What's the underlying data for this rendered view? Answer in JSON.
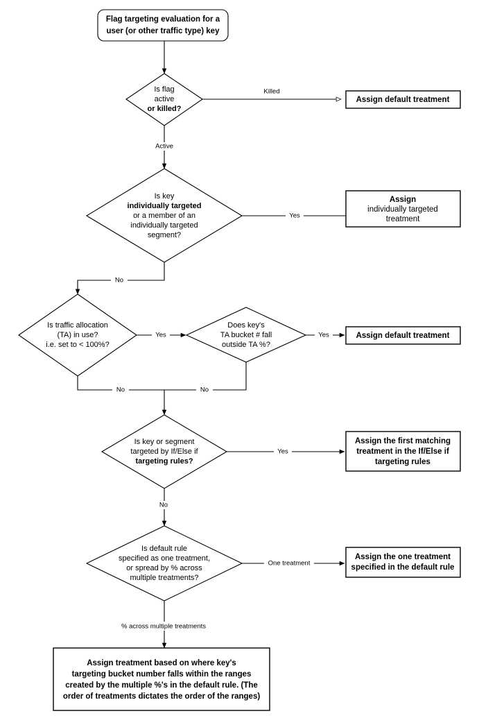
{
  "diagram": {
    "title": "Flag targeting evaluation flowchart",
    "type": "flowchart",
    "background": "#ffffff",
    "line_color": "#000000",
    "text_color": "#000000"
  },
  "nodes": {
    "start": {
      "shape": "rounded-rectangle",
      "lines": [
        "Flag targeting evaluation for a",
        "user (or other traffic type) key"
      ]
    },
    "decision_flag_state": {
      "shape": "diamond",
      "lines": [
        "Is flag",
        "active",
        "or killed?"
      ],
      "bold_lines": [
        2
      ]
    },
    "box_killed_default": {
      "shape": "rectangle",
      "lines": [
        "Assign default treatment"
      ]
    },
    "decision_individual": {
      "shape": "diamond",
      "lines": [
        "Is key",
        "individually targeted",
        "or a member of an",
        "individually targeted",
        "segment?"
      ],
      "bold_lines": [
        1
      ]
    },
    "box_individual_treatment": {
      "shape": "rectangle",
      "lines": [
        "Assign",
        "individually targeted",
        "treatment"
      ],
      "bold_lines": [
        0
      ]
    },
    "decision_traffic_allocation": {
      "shape": "diamond",
      "lines": [
        "Is traffic allocation",
        "(TA) in use?",
        "i.e. set to < 100%?"
      ],
      "bold_lines": [
        0
      ]
    },
    "decision_ta_bucket": {
      "shape": "diamond",
      "lines": [
        "Does key's",
        "TA bucket # fall",
        "outside TA %?"
      ]
    },
    "box_ta_default": {
      "shape": "rectangle",
      "lines": [
        "Assign default treatment"
      ]
    },
    "decision_targeting_rules": {
      "shape": "diamond",
      "lines": [
        "Is key or segment",
        "targeted by If/Else if",
        "targeting rules?"
      ],
      "bold_lines": [
        2
      ]
    },
    "box_first_matching": {
      "shape": "rectangle",
      "lines": [
        "Assign the first matching",
        "treatment in the If/Else if",
        "targeting rules"
      ]
    },
    "decision_default_rule": {
      "shape": "diamond",
      "lines": [
        "Is default rule",
        "specified as one treatment,",
        "or spread by % across",
        "multiple treatments?"
      ],
      "bold_lines": [
        0
      ]
    },
    "box_one_treatment": {
      "shape": "rectangle",
      "lines": [
        "Assign the one treatment",
        "specified in the default rule"
      ]
    },
    "box_spread_treatment": {
      "shape": "rectangle",
      "lines": [
        "Assign treatment based on where key's",
        "targeting bucket number falls within the ranges",
        "created by the multiple %'s in the default rule. (The",
        "order of treatments dictates the order of the ranges)"
      ]
    }
  },
  "edge_labels": {
    "killed": "Killed",
    "active": "Active",
    "individual_yes": "Yes",
    "individual_no": "No",
    "ta_yes": "Yes",
    "ta_no": "No",
    "bucket_yes": "Yes",
    "bucket_no": "No",
    "rules_yes": "Yes",
    "rules_no": "No",
    "default_one": "One treatment",
    "default_spread": "% across multiple treatments"
  }
}
